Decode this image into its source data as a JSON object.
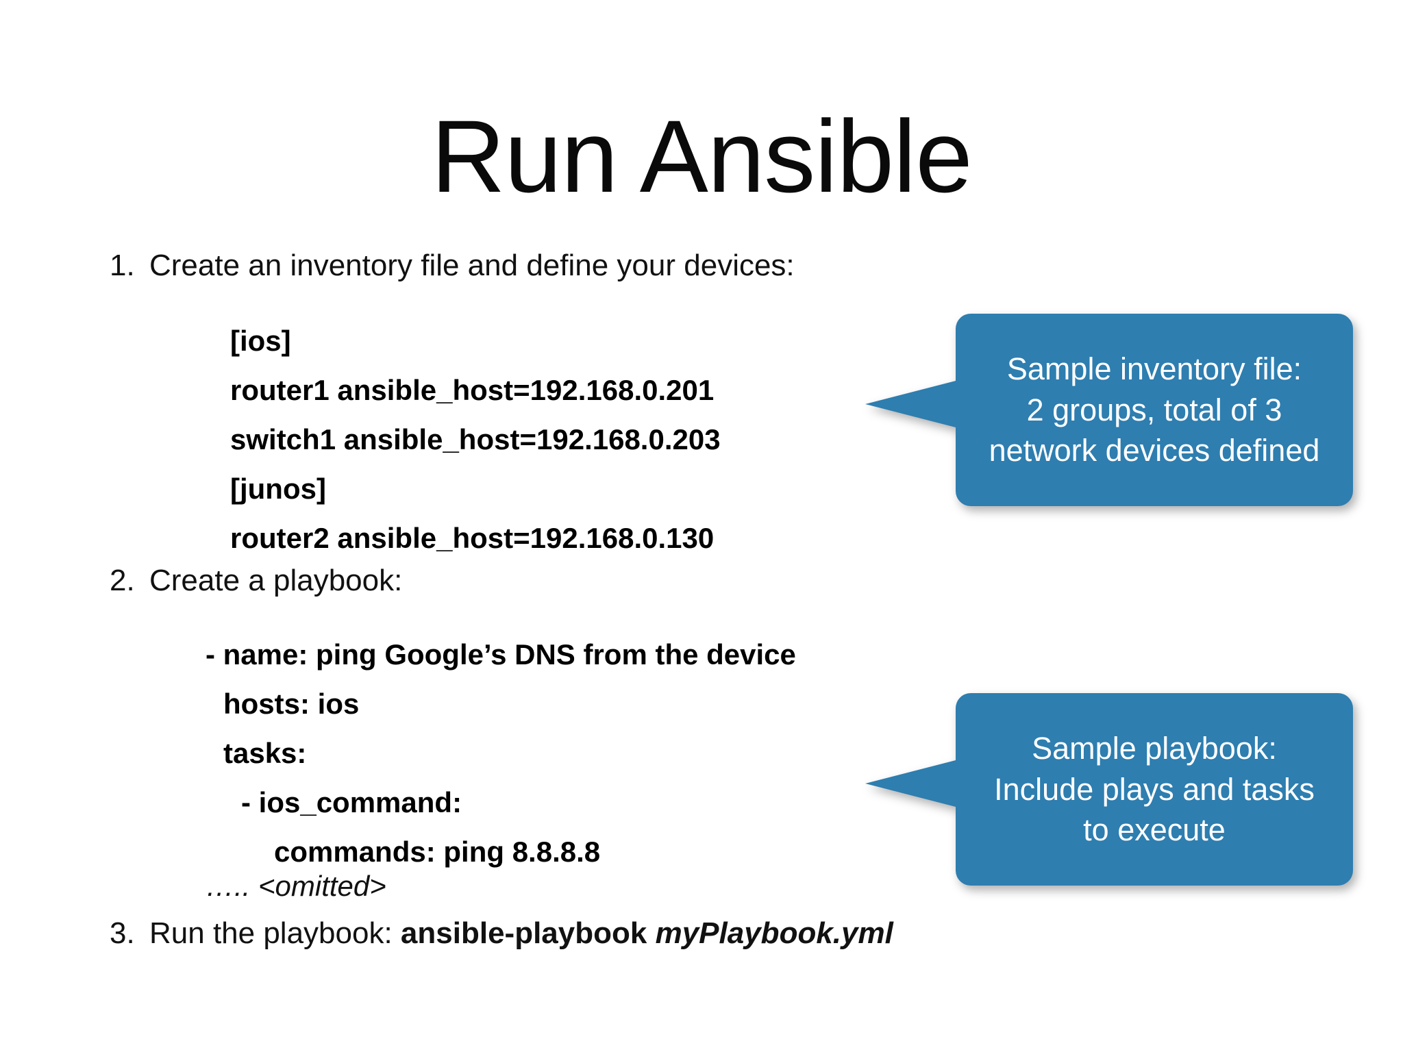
{
  "slide": {
    "title": "Run Ansible",
    "background_color": "#ffffff",
    "text_color": "#111111",
    "accent_color": "#2e7eb0"
  },
  "steps": [
    {
      "number": "1.",
      "text": "Create an inventory file and define your devices:"
    },
    {
      "number": "2.",
      "text": "Create a playbook:"
    },
    {
      "number": "3.",
      "prefix": "Run the playbook:",
      "command": "ansible-playbook",
      "argument": "myPlaybook.yml"
    }
  ],
  "inventory_block": {
    "lines": [
      "[ios]",
      "router1 ansible_host=192.168.0.201",
      "switch1 ansible_host=192.168.0.203",
      "[junos]",
      "router2 ansible_host=192.168.0.130"
    ]
  },
  "playbook_block": {
    "lines": [
      "- name: ping Google’s DNS from the device",
      "hosts: ios",
      "tasks:",
      "- ios_command:",
      "commands: ping 8.8.8.8"
    ],
    "omitted": "….. <omitted>"
  },
  "callouts": [
    {
      "id": "inventory-callout",
      "line1": "Sample inventory file:",
      "line2": "2 groups, total of 3",
      "line3": "network devices defined",
      "color": "#2e7eb0"
    },
    {
      "id": "playbook-callout",
      "line1": "Sample playbook:",
      "line2": "Include plays and tasks",
      "line3": "to execute",
      "color": "#2e7eb0"
    }
  ]
}
